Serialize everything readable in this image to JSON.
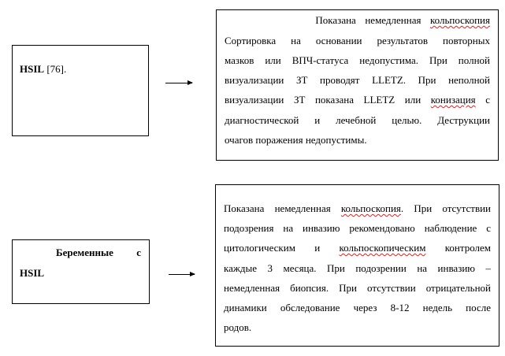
{
  "rows": [
    {
      "condition": {
        "bold": "HSIL",
        "rest": " [76]."
      },
      "lines": [
        [
          {
            "t": "          Показана немедленная "
          },
          {
            "t": "кольпоскопия",
            "err": true
          }
        ],
        [
          {
            "t": "Сортировка на основании результатов повторных"
          }
        ],
        [
          {
            "t": "мазков или ВПЧ-статуса недопустима. При полной"
          }
        ],
        [
          {
            "t": "визуализации ЗТ проводят LLETZ. При неполной"
          }
        ],
        [
          {
            "t": "визуализации ЗТ показана LLETZ или "
          },
          {
            "t": "конизация",
            "err": true
          },
          {
            "t": " с"
          }
        ],
        [
          {
            "t": "диагностической и лечебной целью. Деструкции"
          }
        ],
        [
          {
            "t": "очагов поражения недопустимы."
          }
        ]
      ]
    },
    {
      "condition": {
        "line1": "Беременные с",
        "line2": "HSIL"
      },
      "lines": [
        [
          {
            "t": "Показана немедленная "
          },
          {
            "t": "кольпоскопия",
            "err": true
          },
          {
            "t": ". При отсутствии"
          }
        ],
        [
          {
            "t": "подозрения на инвазию рекомендовано наблюдение с"
          }
        ],
        [
          {
            "t": "цитологическим и "
          },
          {
            "t": "кольпоскопическим",
            "err": true
          },
          {
            "t": " контролем"
          }
        ],
        [
          {
            "t": "каждые 3 месяца. При подозрении на инвазию –"
          }
        ],
        [
          {
            "t": "немедленная биопсия. При отсутствии отрицательной"
          }
        ],
        [
          {
            "t": "динамики обследование через 8-12 недель после"
          }
        ],
        [
          {
            "t": "родов."
          }
        ]
      ]
    }
  ]
}
